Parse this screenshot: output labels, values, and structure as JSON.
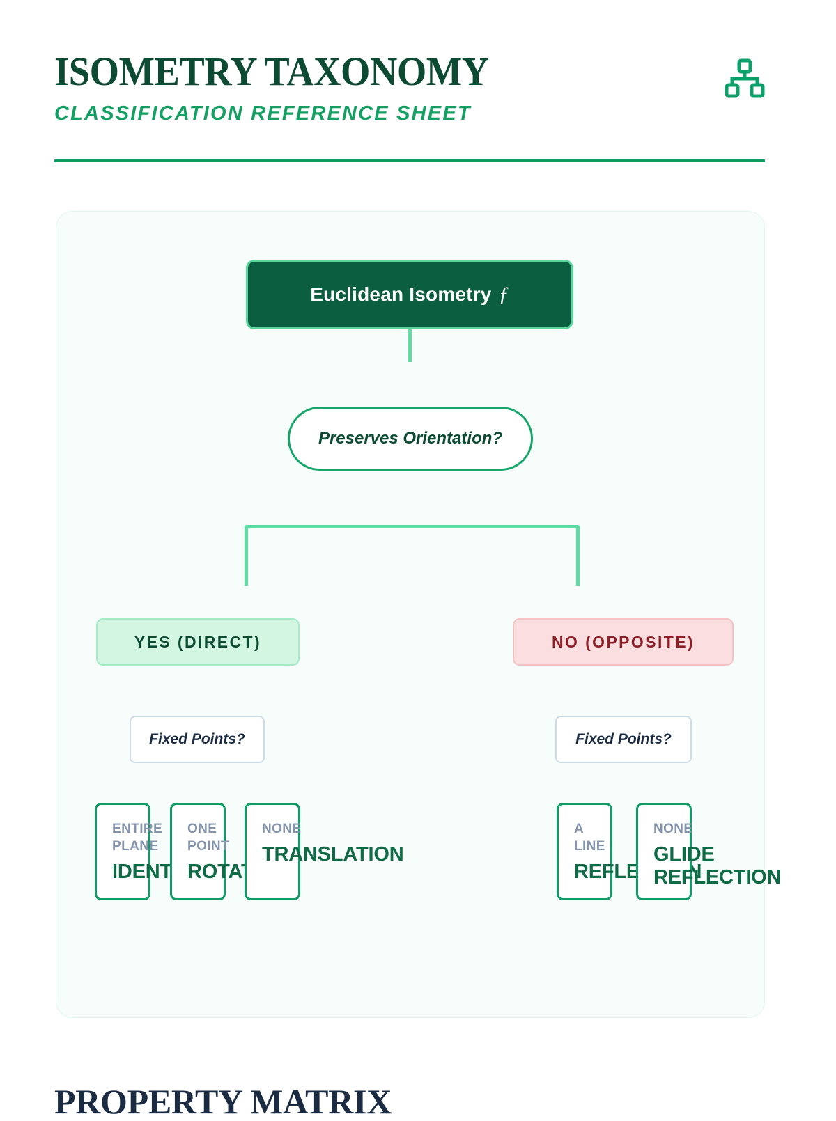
{
  "header": {
    "title": "ISOMETRY TAXONOMY",
    "subtitle": "CLASSIFICATION REFERENCE SHEET",
    "icon": "org-chart-icon",
    "rule_color": "#0e9c63"
  },
  "flow": {
    "root": {
      "label": "Euclidean Isometry",
      "symbol": "ƒ"
    },
    "decision": {
      "label": "Preserves Orientation?"
    },
    "branches": [
      {
        "label": "YES (DIRECT)",
        "side": "left",
        "bg": "#d3f6e2",
        "border": "#a5ecc6",
        "color": "#0c4a33"
      },
      {
        "label": "NO (OPPOSITE)",
        "side": "right",
        "bg": "#fbdee0",
        "border": "#f6c2c6",
        "color": "#8e1f26"
      }
    ],
    "subdecisions": [
      {
        "label": "Fixed Points?",
        "side": "left"
      },
      {
        "label": "Fixed Points?",
        "side": "right"
      }
    ],
    "leaves": [
      {
        "condition": "ENTIRE\nPLANE",
        "name": "IDENTITY",
        "branch": "direct"
      },
      {
        "condition": "ONE\nPOINT",
        "name": "ROTATION",
        "branch": "direct"
      },
      {
        "condition": "NONE",
        "name": "TRANSLATION",
        "branch": "direct"
      },
      {
        "condition": "A\nLINE",
        "name": "REFLECTION",
        "branch": "opposite"
      },
      {
        "condition": "NONE",
        "name": "GLIDE\nREFLECTION",
        "branch": "opposite"
      }
    ]
  },
  "matrix": {
    "heading": "PROPERTY MATRIX"
  },
  "colors": {
    "brand_dark": "#0b5e40",
    "brand_green": "#13a062",
    "mint_connector": "#5fdca4",
    "card_bg": "#f7fdfa",
    "navy": "#1b2b41",
    "muted": "#8494ac"
  }
}
